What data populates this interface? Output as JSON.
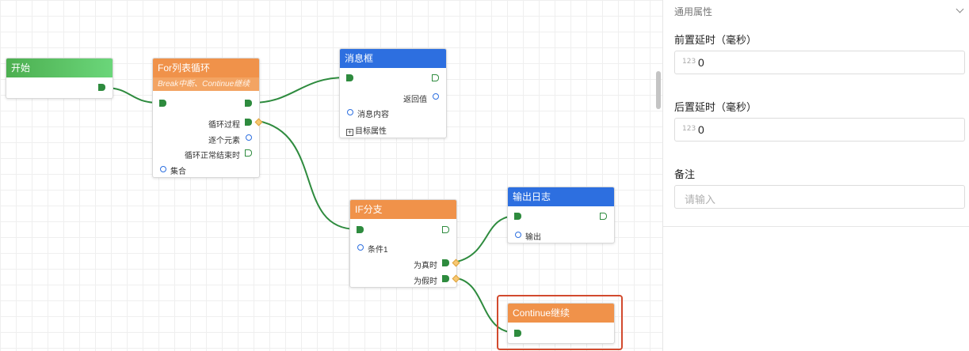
{
  "nodes": {
    "start": {
      "title": "开始"
    },
    "for_loop": {
      "title": "For列表循环",
      "subtitle": "Break中断、Continue继续",
      "loop_body": "循环过程",
      "each_item": "逐个元素",
      "loop_end": "循环正常结束时",
      "collection": "集合"
    },
    "message_box": {
      "title": "消息框",
      "return_value": "返回值",
      "message_content": "消息内容",
      "target_props": "目标属性",
      "expand_symbol": "+"
    },
    "if_branch": {
      "title": "IF分支",
      "condition": "条件1",
      "when_true": "为真时",
      "when_false": "为假时"
    },
    "log_output": {
      "title": "输出日志",
      "output": "输出"
    },
    "continue": {
      "title": "Continue继续"
    }
  },
  "panel": {
    "section_title": "通用属性",
    "pre_delay_label": "前置延时（毫秒）",
    "pre_delay_value": "0",
    "post_delay_label": "后置延时（毫秒）",
    "post_delay_value": "0",
    "remark_label": "备注",
    "remark_placeholder": "请输入",
    "number_icon_text": "123"
  },
  "colors": {
    "wire": "#2e8b3e",
    "start_header": "#4caf50",
    "orange_header": "#f0924a",
    "blue_header": "#2d6fe0",
    "selection": "#d24a2e"
  }
}
